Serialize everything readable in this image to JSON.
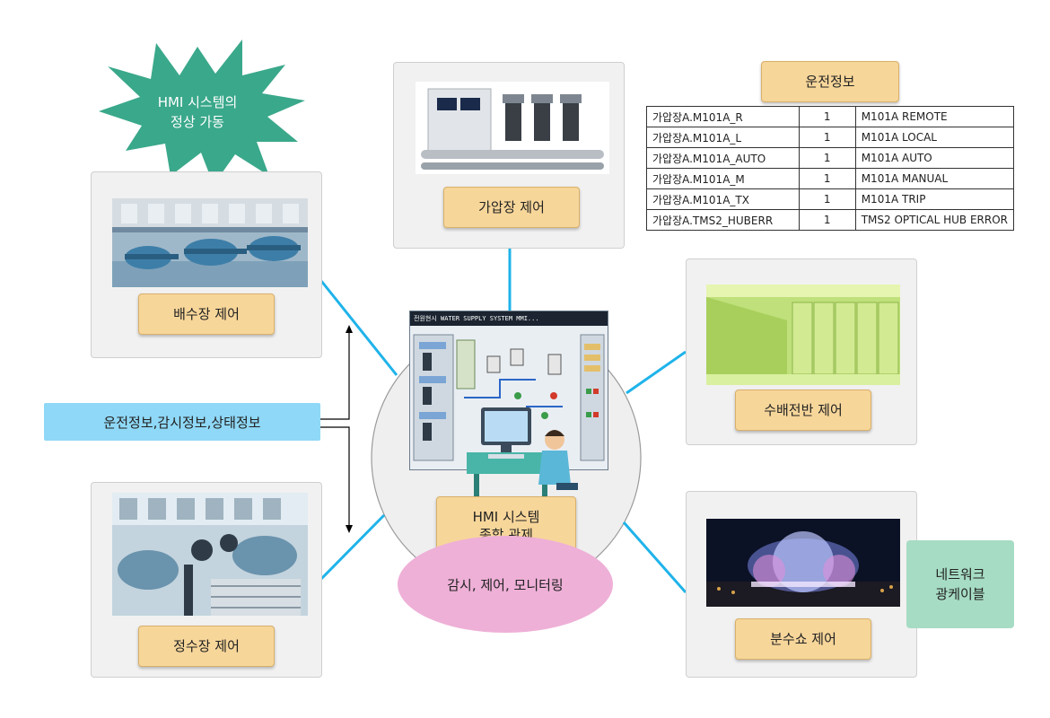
{
  "starburst": {
    "text": "HMI 시스템의\n정상 가동",
    "color": "#3aa88b"
  },
  "panels": {
    "pump_station": {
      "label": "배수장 제어"
    },
    "booster": {
      "label": "가압장 제어"
    },
    "switchboard": {
      "label": "수배전반 제어"
    },
    "purification": {
      "label": "정수장 제어"
    },
    "fountain": {
      "label": "분수쇼 제어"
    }
  },
  "center": {
    "label": "HMI 시스템\n종합 관제",
    "hmi_title": "전원현시 WATER SUPPLY SYSTEM MMI...",
    "subtitle": "감시, 제어, 모니터링"
  },
  "info_flow": {
    "label": "운전정보,감시정보,상태정보"
  },
  "network": {
    "label": "네트워크\n광케이블"
  },
  "operation_info": {
    "title": "운전정보",
    "rows": [
      [
        "가압장A.M101A_R",
        "1",
        "M101A REMOTE"
      ],
      [
        "가압장A.M101A_L",
        "1",
        "M101A LOCAL"
      ],
      [
        "가압장A.M101A_AUTO",
        "1",
        "M101A AUTO"
      ],
      [
        "가압장A.M101A_M",
        "1",
        "M101A MANUAL"
      ],
      [
        "가압장A.M101A_TX",
        "1",
        "M101A TRIP"
      ],
      [
        "가압장A.TMS2_HUBERR",
        "1",
        "TMS2 OPTICAL HUB ERROR"
      ]
    ]
  },
  "colors": {
    "connector": "#1fb3ea",
    "label_bg": "#f7d69a",
    "info_bg": "#8fd8f7",
    "network_bg": "#a6dcc4",
    "ellipse_bg": "#eeb0d7"
  }
}
